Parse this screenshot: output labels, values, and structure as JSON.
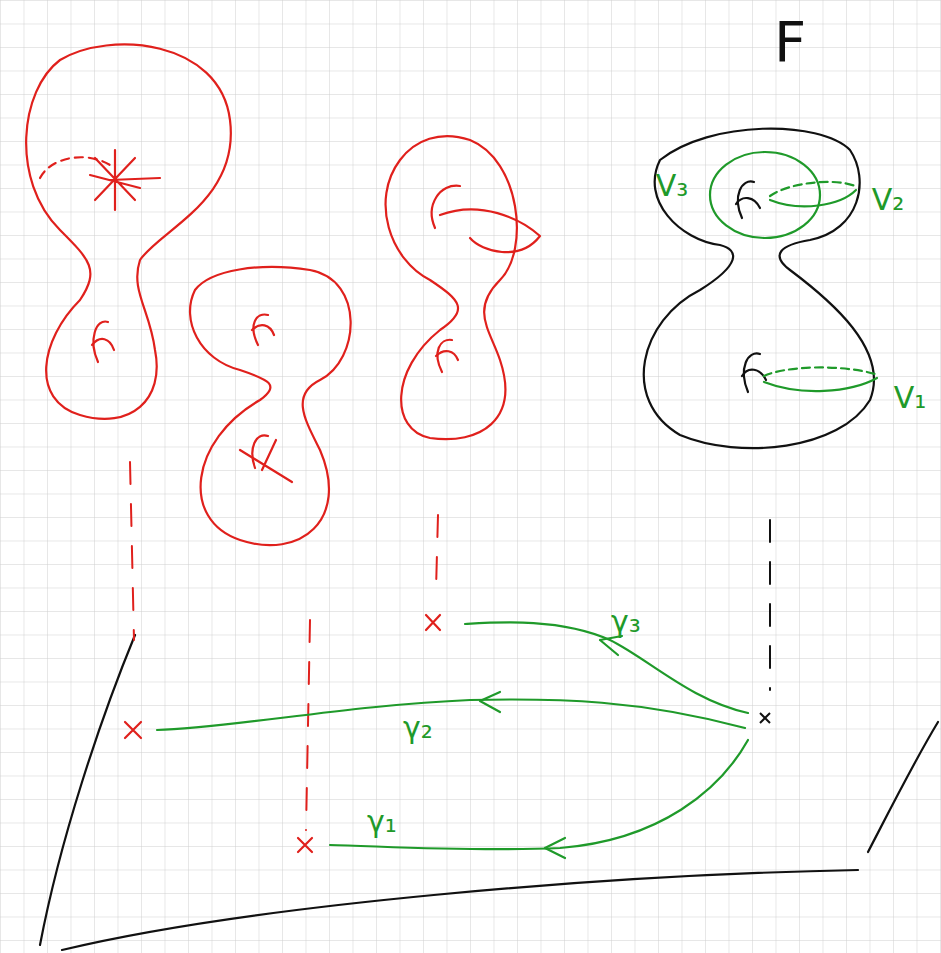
{
  "diagram": {
    "labels": [
      "F",
      "V₃",
      "V₂",
      "V₁",
      "γ₃",
      "γ₂",
      "γ₁"
    ]
  }
}
